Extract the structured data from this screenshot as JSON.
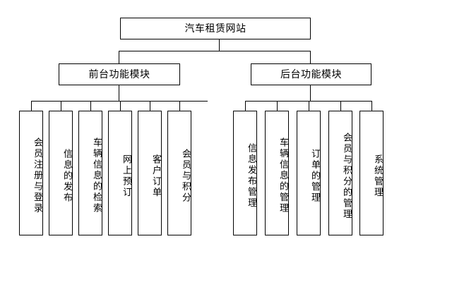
{
  "diagram": {
    "title": "汽车租赁网站",
    "type": "hierarchy-tree",
    "colors": {
      "background": "#ffffff",
      "box_border": "#000000",
      "box_fill": "#ffffff",
      "connector": "#000000",
      "text": "#000000"
    },
    "root": {
      "label": "汽车租赁网站"
    },
    "modules": [
      {
        "id": "front-office",
        "label": "前台功能模块",
        "leaves": [
          {
            "id": "member-register-login",
            "label": "会员注册与登录"
          },
          {
            "id": "info-publish",
            "label": "信息的发布"
          },
          {
            "id": "vehicle-info-search",
            "label": "车辆信息的检索"
          },
          {
            "id": "online-booking",
            "label": "网上预订"
          },
          {
            "id": "customer-order",
            "label": "客户订单"
          },
          {
            "id": "member-points",
            "label": "会员与积分"
          }
        ]
      },
      {
        "id": "back-office",
        "label": "后台功能模块",
        "leaves": [
          {
            "id": "info-publish-mgmt",
            "label": "信息发布管理"
          },
          {
            "id": "vehicle-info-mgmt",
            "label": "车辆信息的管理"
          },
          {
            "id": "order-mgmt",
            "label": "订单的管理"
          },
          {
            "id": "member-points-mgmt",
            "label": "会员与积分的管理"
          },
          {
            "id": "system-mgmt",
            "label": "系统管理"
          }
        ]
      }
    ]
  }
}
